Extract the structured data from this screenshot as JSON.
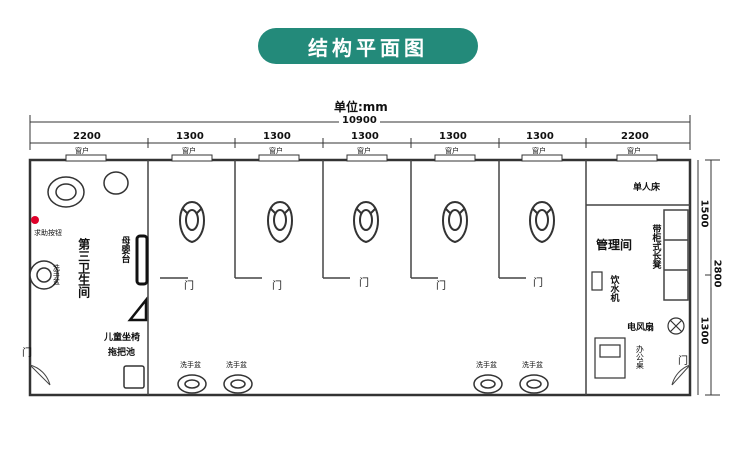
{
  "title": "结构平面图",
  "colors": {
    "accent": "#238a7a",
    "wall": "#333333",
    "red": "#e0002a"
  },
  "unit_label": "单位:mm",
  "total_width": "10900",
  "bay_widths": [
    "2200",
    "1300",
    "1300",
    "1300",
    "1300",
    "1300",
    "2200"
  ],
  "window_label": "窗户",
  "right_dims": [
    "1500",
    "2800",
    "1300"
  ],
  "door_label": "门",
  "rooms": {
    "third_restroom": "第三卫生间",
    "help_button": "求助按钮",
    "wash_basin_vertical": "洗手盆",
    "baby_station": "母婴台",
    "child_seat": "儿童坐椅",
    "mop_pool": "拖把池",
    "single_bed": "单人床",
    "management_room": "管理间",
    "stool_with_cabinet": "带柜式长凳",
    "water_dispenser": "饮水机",
    "electric_fan": "电风扇",
    "office_desk": "办公桌"
  },
  "basins": [
    "洗手盆",
    "洗手盆",
    "洗手盆",
    "洗手盆"
  ]
}
